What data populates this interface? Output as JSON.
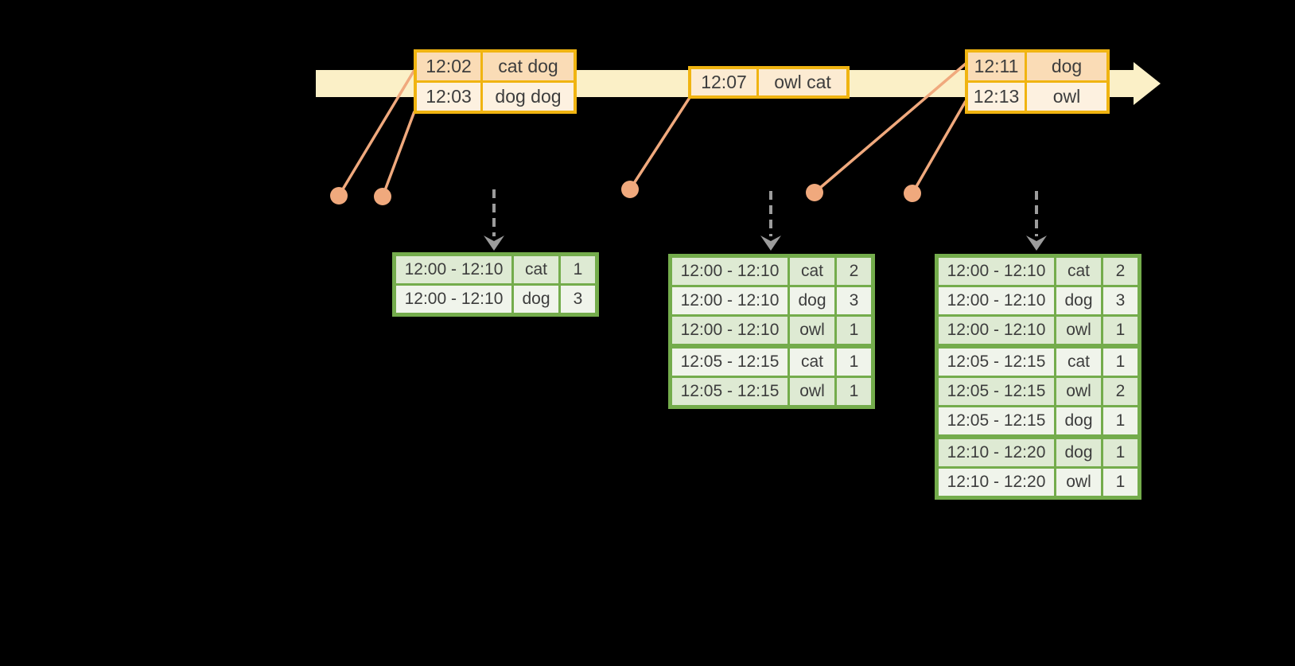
{
  "colors": {
    "background": "#000000",
    "timeline_fill": "#FBF0C7",
    "event_border": "#F0B411",
    "event_row_dark": "#FADCB6",
    "event_row_light": "#FDF1E0",
    "event_row_mid": "#FCEBD2",
    "connector": "#F0A97D",
    "trigger_arrow": "#9C9C9C",
    "table_border": "#74AC4C",
    "table_row_dark": "#DEEAD3",
    "table_row_light": "#F0F4EB",
    "text": "#3D3D3D"
  },
  "timeline": {
    "event_boxes": [
      {
        "rows": [
          {
            "time": "12:02",
            "words": "cat dog"
          },
          {
            "time": "12:03",
            "words": "dog dog"
          }
        ]
      },
      {
        "rows": [
          {
            "time": "12:07",
            "words": "owl cat"
          }
        ]
      },
      {
        "rows": [
          {
            "time": "12:11",
            "words": "dog"
          },
          {
            "time": "12:13",
            "words": "owl"
          }
        ]
      }
    ]
  },
  "result_tables": [
    {
      "rows": [
        {
          "window": "12:00 - 12:10",
          "word": "cat",
          "count": "1"
        },
        {
          "window": "12:00 - 12:10",
          "word": "dog",
          "count": "3"
        }
      ]
    },
    {
      "rows": [
        {
          "window": "12:00 - 12:10",
          "word": "cat",
          "count": "2"
        },
        {
          "window": "12:00 - 12:10",
          "word": "dog",
          "count": "3"
        },
        {
          "window": "12:00 - 12:10",
          "word": "owl",
          "count": "1"
        },
        {
          "window": "12:05 - 12:15",
          "word": "cat",
          "count": "1"
        },
        {
          "window": "12:05 - 12:15",
          "word": "owl",
          "count": "1"
        }
      ]
    },
    {
      "rows": [
        {
          "window": "12:00 - 12:10",
          "word": "cat",
          "count": "2"
        },
        {
          "window": "12:00 - 12:10",
          "word": "dog",
          "count": "3"
        },
        {
          "window": "12:00 - 12:10",
          "word": "owl",
          "count": "1"
        },
        {
          "window": "12:05 - 12:15",
          "word": "cat",
          "count": "1"
        },
        {
          "window": "12:05 - 12:15",
          "word": "owl",
          "count": "2"
        },
        {
          "window": "12:05 - 12:15",
          "word": "dog",
          "count": "1"
        },
        {
          "window": "12:10 - 12:20",
          "word": "dog",
          "count": "1"
        },
        {
          "window": "12:10 - 12:20",
          "word": "owl",
          "count": "1"
        }
      ]
    }
  ]
}
